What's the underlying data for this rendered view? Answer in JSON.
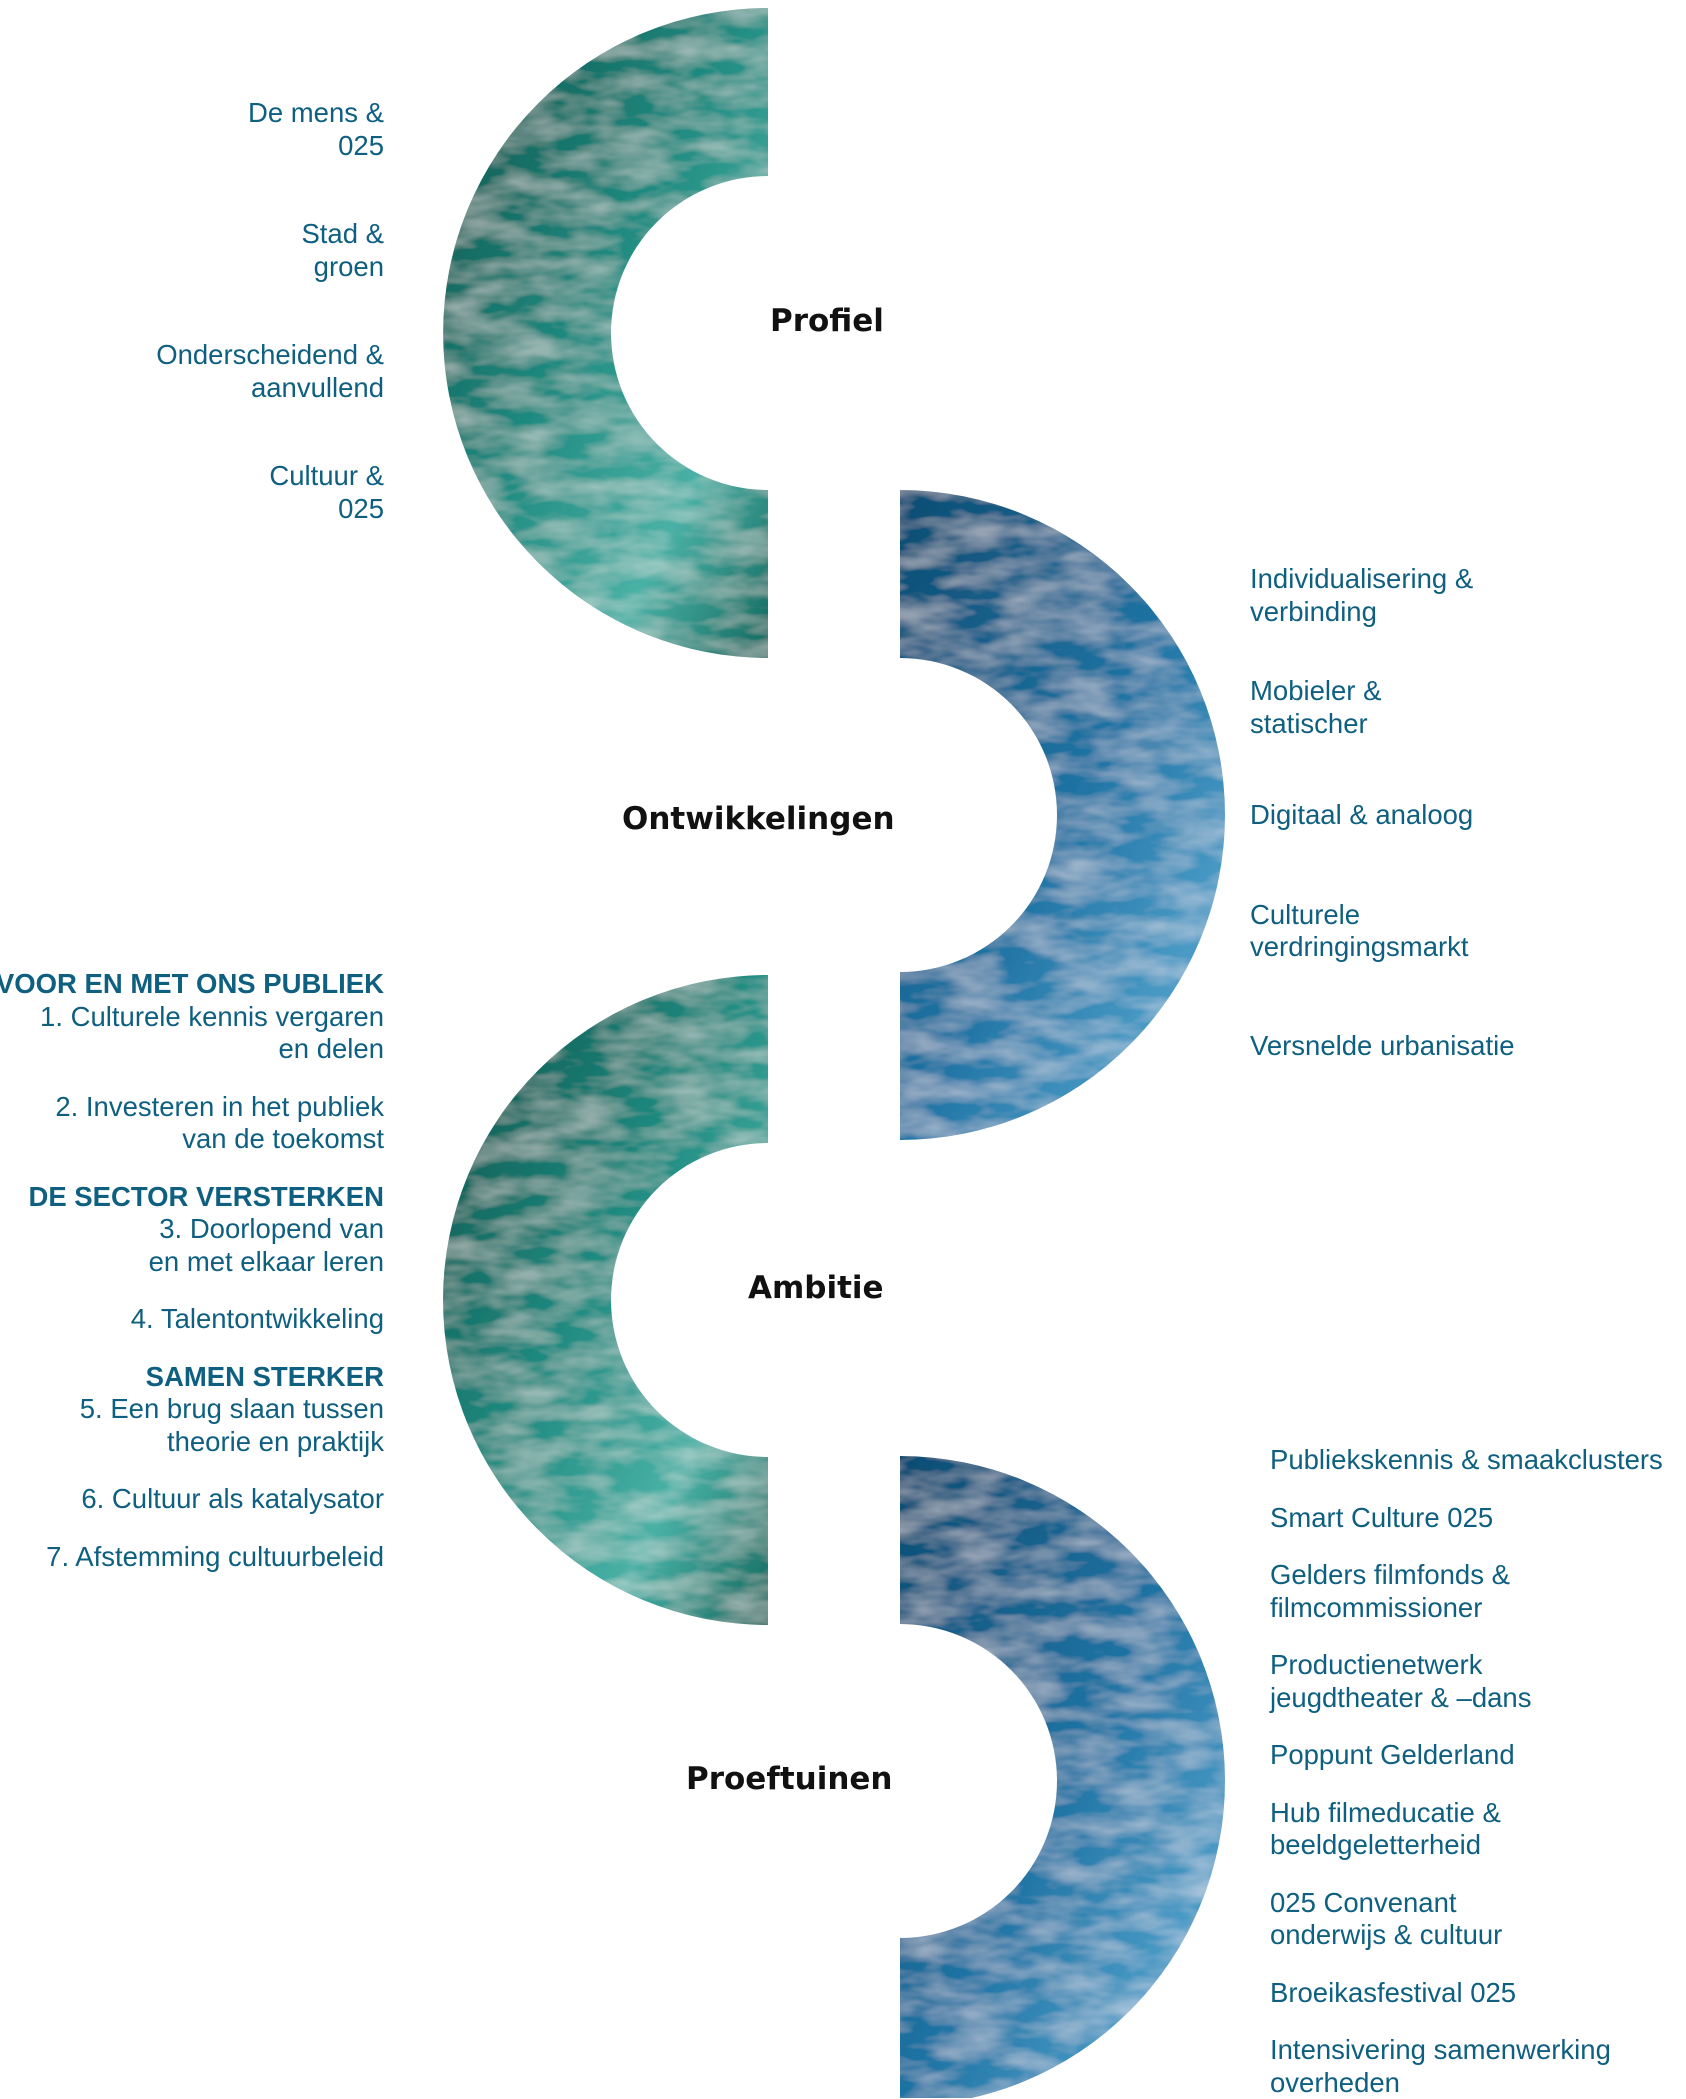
{
  "colors": {
    "teal_dark": "#0b4f47",
    "teal_mid": "#1f8a80",
    "teal_light": "#4ab1a6",
    "blue_dark": "#0c4c72",
    "blue_mid": "#1f73a3",
    "blue_light": "#4a9bc6",
    "text_blue": "#0e5f80",
    "heading": "#111111"
  },
  "sections": {
    "profiel": {
      "title": "Profiel",
      "items": [
        [
          "De mens &",
          "025"
        ],
        [
          "Stad &",
          "groen"
        ],
        [
          "Onderscheidend &",
          "aanvullend"
        ],
        [
          "Cultuur &",
          "025"
        ]
      ]
    },
    "ontwikkelingen": {
      "title": "Ontwikkelingen",
      "items": [
        [
          "Individualisering &",
          "verbinding"
        ],
        [
          "Mobieler &",
          "statischer"
        ],
        [
          "Digitaal & analoog"
        ],
        [
          "Culturele",
          "verdringingsmarkt"
        ],
        [
          "Versnelde urbanisatie"
        ]
      ]
    },
    "ambitie": {
      "title": "Ambitie",
      "groups": [
        {
          "caption": "VOOR EN MET ONS PUBLIEK",
          "items": [
            [
              "1. Culturele kennis vergaren",
              "en delen"
            ],
            [
              "2. Investeren in het publiek",
              "van de toekomst"
            ]
          ]
        },
        {
          "caption": "DE SECTOR VERSTERKEN",
          "items": [
            [
              "3. Doorlopend van",
              "en met elkaar leren"
            ],
            [
              "4. Talentontwikkeling"
            ]
          ]
        },
        {
          "caption": "SAMEN STERKER",
          "items": [
            [
              "5. Een brug slaan tussen",
              "theorie en praktijk"
            ],
            [
              "6. Cultuur als katalysator"
            ],
            [
              "7. Afstemming cultuurbeleid"
            ]
          ]
        }
      ]
    },
    "proeftuinen": {
      "title": "Proeftuinen",
      "items": [
        [
          "Publiekskennis & smaakclusters"
        ],
        [
          "Smart Culture 025"
        ],
        [
          "Gelders filmfonds &",
          "filmcommissioner"
        ],
        [
          "Productienetwerk",
          "jeugdtheater & –dans"
        ],
        [
          "Poppunt Gelderland"
        ],
        [
          "Hub filmeducatie &",
          "beeldgeletterheid"
        ],
        [
          "025 Convenant",
          "onderwijs & cultuur"
        ],
        [
          "Broeikasfestival 025"
        ],
        [
          "Intensivering samenwerking",
          "overheden"
        ]
      ]
    }
  }
}
